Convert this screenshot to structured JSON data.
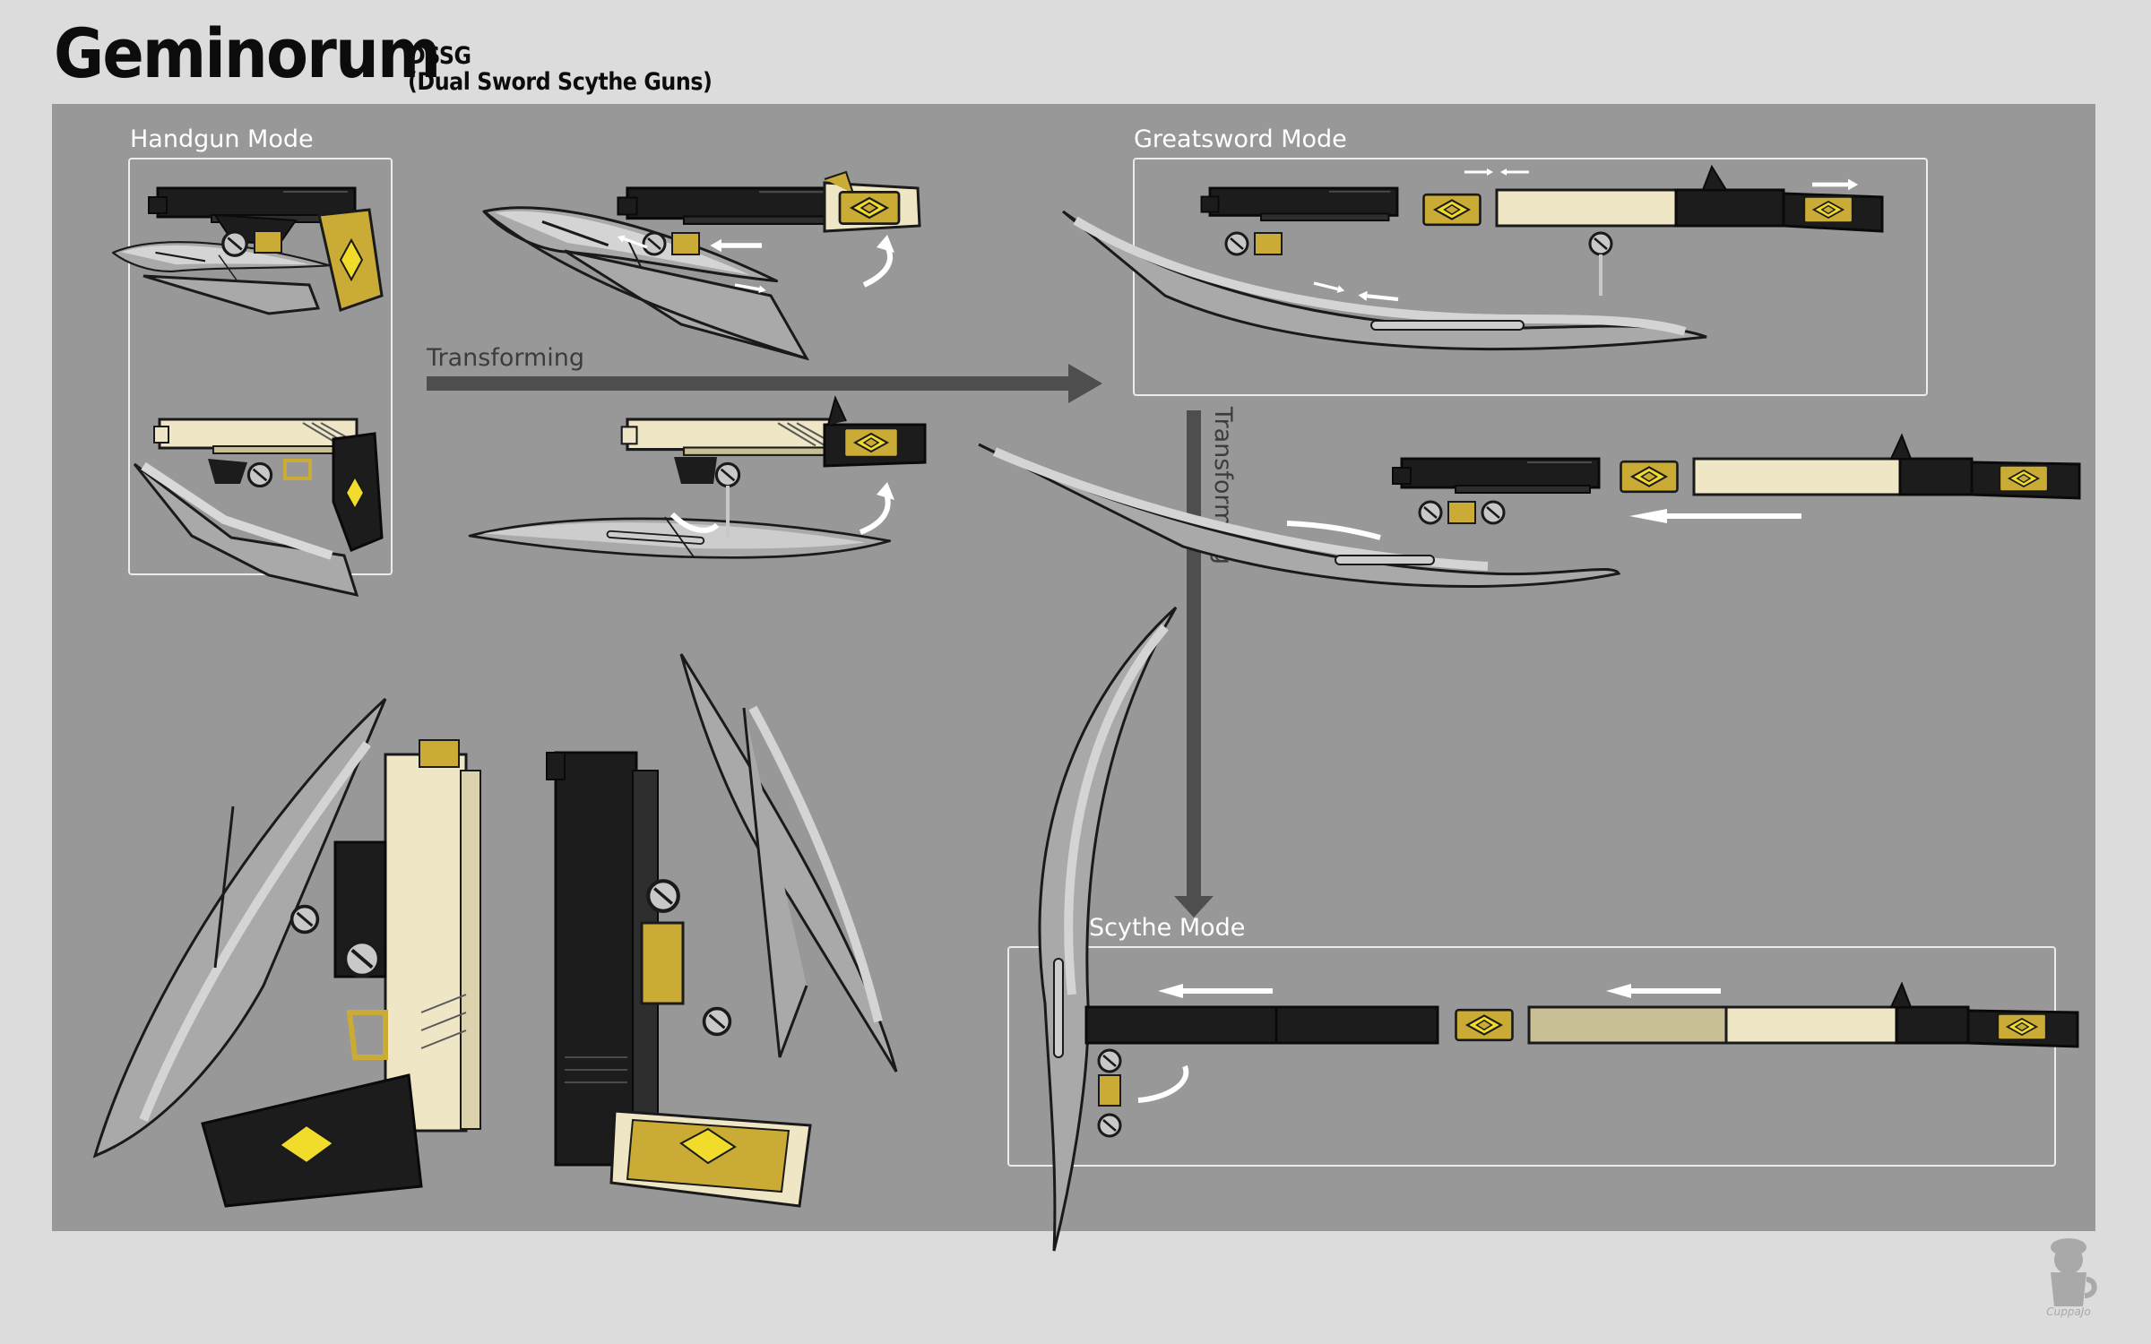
{
  "header": {
    "title": "Geminorum",
    "subtitle_line1": "DSSG",
    "subtitle_line2": "(Dual Sword Scythe Guns)"
  },
  "modes": {
    "handgun": "Handgun Mode",
    "greatsword": "Greatsword Mode",
    "scythe": "Scythe Mode"
  },
  "transitions": {
    "horizontal": "Transforming",
    "vertical": "Transforming"
  },
  "palette": {
    "background": "#dcdcdc",
    "panel": "#989898",
    "frame_black": "#1c1c1c",
    "frame_cream": "#efe6c5",
    "gold": "#c9ab35",
    "gem": "#f1dc2b",
    "blade": "#a9a9a9",
    "arrow": "#4e4e4e"
  },
  "icons": [
    "sword-scythe-gun-icon",
    "transform-arrow-icon",
    "artist-mascot-icon"
  ]
}
